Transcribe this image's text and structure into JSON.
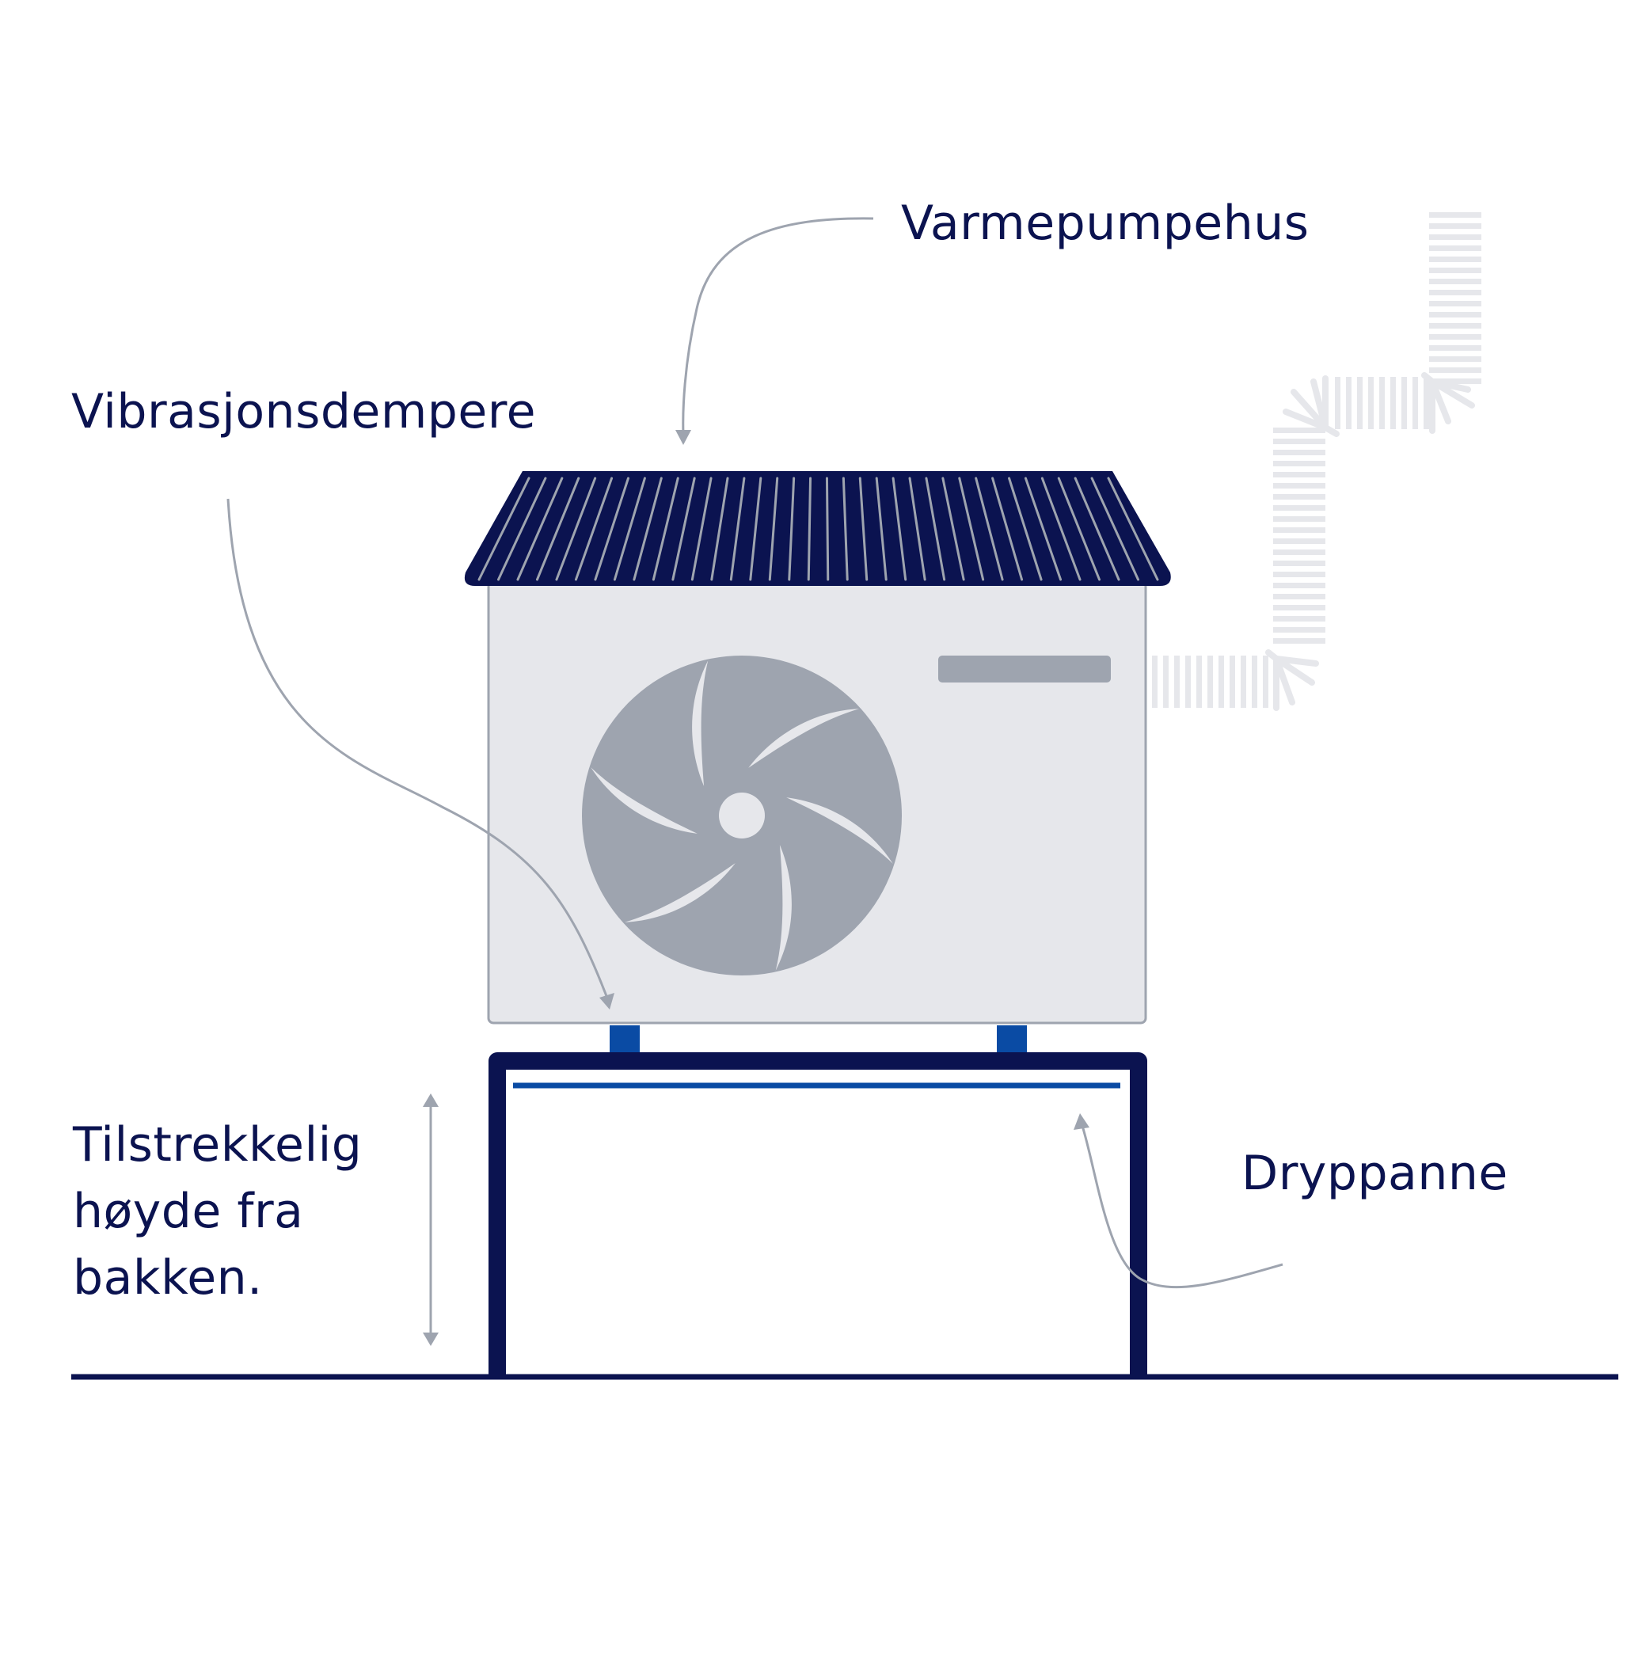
{
  "labels": {
    "housing": "Varmepumpehus",
    "dampers": "Vibrasjonsdempere",
    "height_line1": "Tilstrekkelig",
    "height_line2": "høyde fra",
    "height_line3": "bakken.",
    "drip_pan": "Dryppanne"
  },
  "colors": {
    "navy": "#0b1350",
    "blue": "#0a4ba4",
    "unit_body": "#e6e7eb",
    "fan_gray": "#9ea4af",
    "leader_gray": "#9ea4af",
    "airflow_gray": "#e6e7eb",
    "background": "#ffffff"
  },
  "icons": {
    "fan": "fan-icon",
    "airflow": "airflow-arrow-icon"
  }
}
